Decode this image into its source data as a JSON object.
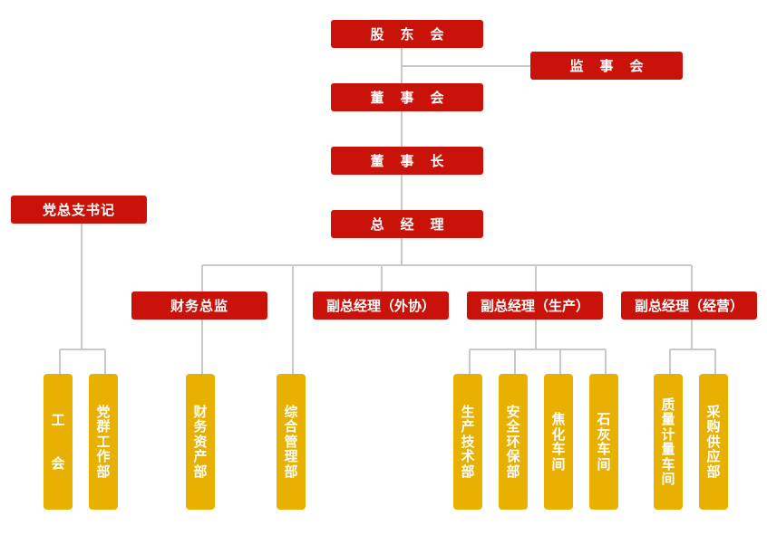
{
  "colors": {
    "executive": "#c8120a",
    "department": "#e8b000",
    "connector": "#c8c8c8"
  },
  "nodes": {
    "shareholders": "股东会",
    "supervisors": "监事会",
    "board": "董事会",
    "chairman": "董事长",
    "party_secretary": "党总支书记",
    "general_manager": "总经理",
    "cfo": "财务总监",
    "vgm_external": "副总经理（外协）",
    "vgm_production": "副总经理（生产）",
    "vgm_operations": "副总经理（经营）"
  },
  "departments": [
    "工会",
    "党群工作部",
    "财务资产部",
    "综合管理部",
    "生产技术部",
    "安全环保部",
    "焦化车间",
    "石灰车间",
    "质量计量车间",
    "采购供应部"
  ]
}
